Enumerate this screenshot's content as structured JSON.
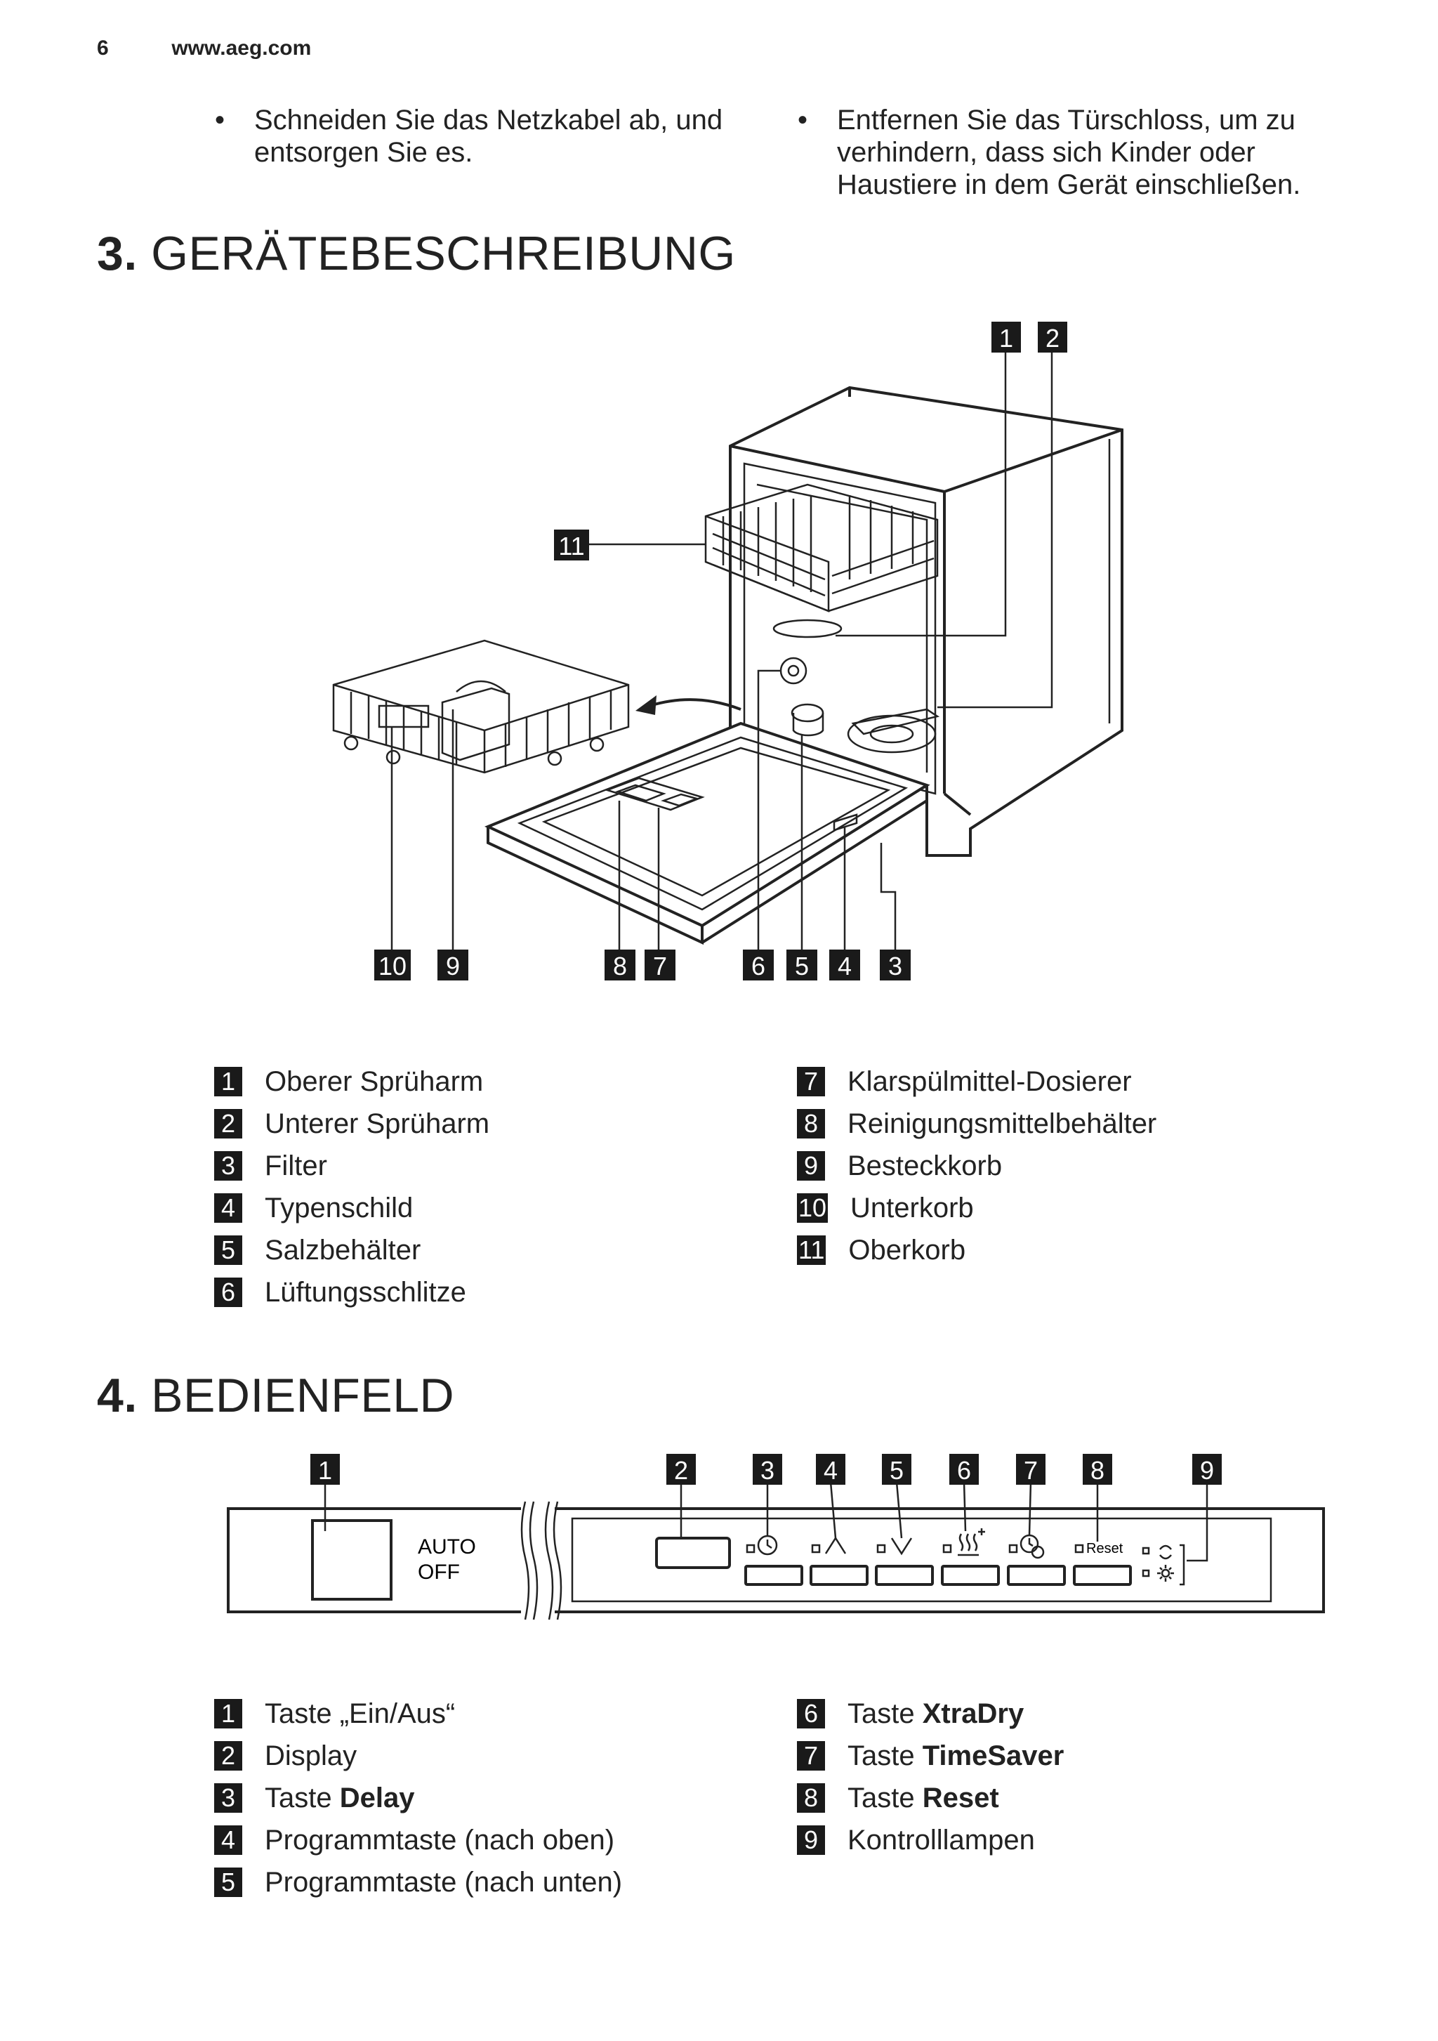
{
  "header": {
    "page": "6",
    "url": "www.aeg.com"
  },
  "bullets": {
    "left": [
      "Schneiden Sie das Netzkabel ab, und",
      "entsorgen Sie es."
    ],
    "right": [
      "Entfernen Sie das Türschloss, um zu",
      "verhindern, dass sich Kinder oder",
      "Haustiere in dem Gerät einschließen."
    ],
    "dot": "•"
  },
  "section3": {
    "num": "3.",
    "title": "GERÄTEBESCHREIBUNG",
    "labels": [
      "1",
      "2",
      "3",
      "4",
      "5",
      "6",
      "7",
      "8",
      "9",
      "10",
      "11"
    ],
    "legend_left": [
      {
        "n": "1",
        "text": "Oberer Sprüharm"
      },
      {
        "n": "2",
        "text": "Unterer Sprüharm"
      },
      {
        "n": "3",
        "text": "Filter"
      },
      {
        "n": "4",
        "text": "Typenschild"
      },
      {
        "n": "5",
        "text": "Salzbehälter"
      },
      {
        "n": "6",
        "text": "Lüftungsschlitze"
      }
    ],
    "legend_right": [
      {
        "n": "7",
        "text": "Klarspülmittel-Dosierer"
      },
      {
        "n": "8",
        "text": "Reinigungsmittelbehälter"
      },
      {
        "n": "9",
        "text": "Besteckkorb"
      },
      {
        "n": "10",
        "text": "Unterkorb"
      },
      {
        "n": "11",
        "text": "Oberkorb"
      }
    ]
  },
  "section4": {
    "num": "4.",
    "title": "BEDIENFELD",
    "labels": [
      "1",
      "2",
      "3",
      "4",
      "5",
      "6",
      "7",
      "8",
      "9"
    ],
    "panel": {
      "auto": "AUTO",
      "off": "OFF",
      "reset": "Reset"
    },
    "legend_left": [
      {
        "n": "1",
        "prefix": "Taste „Ein/Aus“",
        "bold": ""
      },
      {
        "n": "2",
        "prefix": "Display",
        "bold": ""
      },
      {
        "n": "3",
        "prefix": "Taste ",
        "bold": "Delay"
      },
      {
        "n": "4",
        "prefix": "Programmtaste (nach oben)",
        "bold": ""
      },
      {
        "n": "5",
        "prefix": "Programmtaste (nach unten)",
        "bold": ""
      }
    ],
    "legend_right": [
      {
        "n": "6",
        "prefix": "Taste ",
        "bold": "XtraDry"
      },
      {
        "n": "7",
        "prefix": "Taste ",
        "bold": "TimeSaver"
      },
      {
        "n": "8",
        "prefix": "Taste ",
        "bold": "Reset"
      },
      {
        "n": "9",
        "prefix": "Kontrolllampen",
        "bold": ""
      }
    ]
  }
}
